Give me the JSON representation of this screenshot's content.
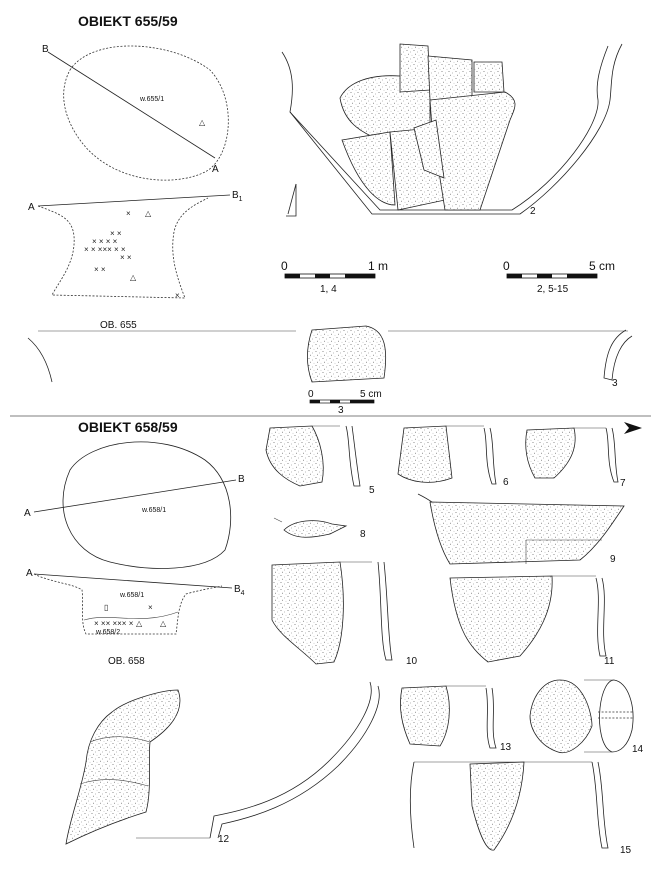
{
  "top": {
    "title": "OBIEKT 655/59",
    "plan": {
      "label_b": "B",
      "label_a": "A",
      "fill_label": "w.655/1"
    },
    "section": {
      "label_a": "A",
      "label_b": "B",
      "label_b_sub": "1"
    },
    "caption": "OB. 655",
    "scale_1m": {
      "zero": "0",
      "end": "1 m",
      "caption": "1, 4"
    },
    "scale_5cm": {
      "zero": "0",
      "end": "5 cm",
      "caption": "2, 5-15"
    },
    "small_scale": {
      "zero": "0",
      "end": "5 cm",
      "caption": "3"
    },
    "find_numbers": {
      "n2": "2",
      "n3": "3"
    }
  },
  "bottom": {
    "title": "OBIEKT 658/59",
    "plan": {
      "label_a": "A",
      "label_b": "B",
      "fill_label": "w.658/1"
    },
    "section": {
      "label_a": "A",
      "label_b": "B",
      "label_b_sub": "4",
      "layer1": "w.658/1",
      "layer2": "w.658/2"
    },
    "caption": "OB. 658",
    "find_numbers": {
      "n5": "5",
      "n6": "6",
      "n7": "7",
      "n8": "8",
      "n9": "9",
      "n10": "10",
      "n11": "11",
      "n12": "12",
      "n13": "13",
      "n14": "14",
      "n15": "15"
    }
  },
  "icons": {
    "north": "north-arrow-icon",
    "pointer": "arrow-right-icon"
  }
}
